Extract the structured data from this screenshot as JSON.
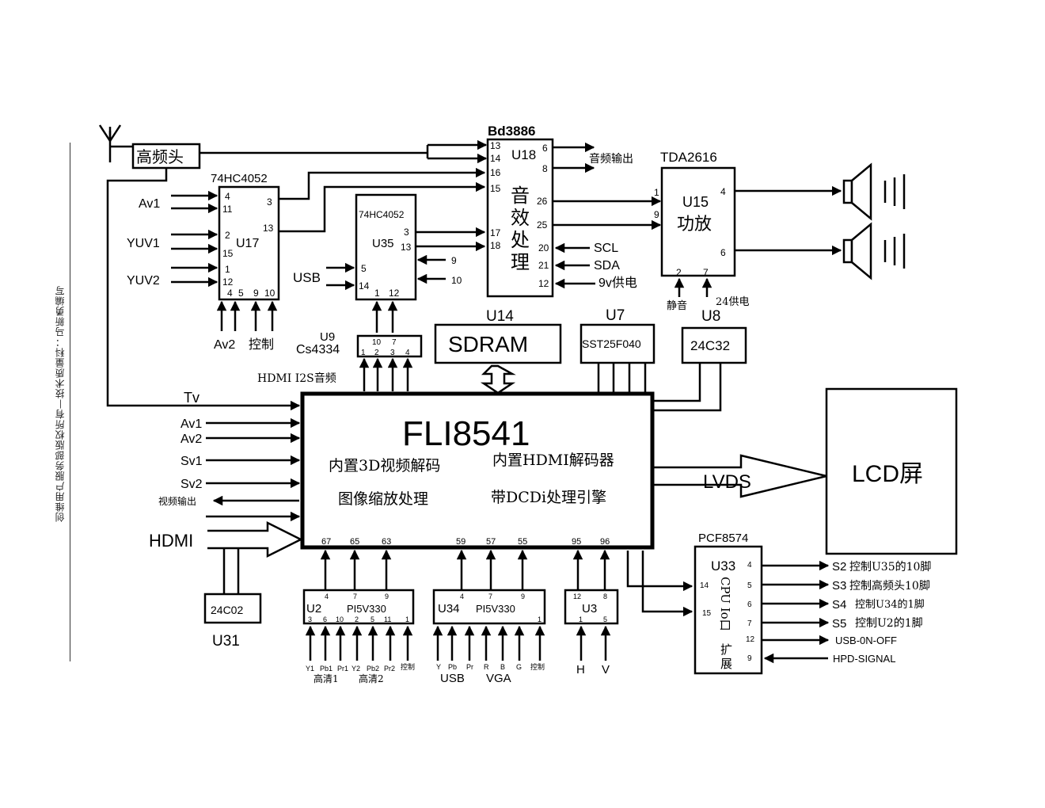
{
  "side_note": "创维用户服务部版权所有—技术质量科：马新勇编写",
  "tuner": "高频头",
  "u18": {
    "part": "Bd3886",
    "ref": "U18",
    "func": "音效处理",
    "pins": {
      "p13": "13",
      "p14": "14",
      "p16": "16",
      "p15": "15",
      "p17": "17",
      "p18": "18",
      "p6": "6",
      "p8": "8",
      "p26": "26",
      "p25": "25",
      "p20": "20",
      "p21": "21",
      "p12": "12"
    },
    "audio_out": "音频输出",
    "scl": "SCL",
    "sda": "SDA",
    "supply": "9v供电"
  },
  "u15": {
    "part": "TDA2616",
    "ref": "U15",
    "func": "功放",
    "pins": {
      "p1": "1",
      "p9": "9",
      "p4": "4",
      "p6": "6",
      "p2": "2",
      "p7": "7"
    },
    "mute": "静音",
    "supply": "24供电"
  },
  "u17": {
    "part": "74HC4052",
    "ref": "U17",
    "pins": {
      "p4": "4",
      "p11": "11",
      "p2": "2",
      "p15": "15",
      "p1": "1",
      "p12": "12",
      "p3": "3",
      "p13": "13",
      "b4": "4",
      "b5": "5",
      "b9": "9",
      "b10": "10"
    },
    "av1": "Av1",
    "yuv1": "YUV1",
    "yuv2": "YUV2",
    "av2": "Av2",
    "ctrl": "控制"
  },
  "u35": {
    "part": "74HC4052",
    "ref": "U35",
    "pins": {
      "p5": "5",
      "p14": "14",
      "p3": "3",
      "p13": "13",
      "p9": "9",
      "p10": "10",
      "p1": "1",
      "p12": "12"
    },
    "usb": "USB"
  },
  "u9": {
    "ref": "U9",
    "part": "Cs4334",
    "pins": [
      "10",
      "7",
      "1",
      "2",
      "3",
      "4"
    ],
    "label": "HDMI I2S音频"
  },
  "u14": {
    "ref": "U14",
    "label": "SDRAM"
  },
  "u7": {
    "ref": "U7",
    "part": "SST25F040"
  },
  "u8": {
    "ref": "U8",
    "part": "24C32"
  },
  "main": {
    "title": "FLI8541",
    "f1": "内置3D视频解码",
    "f2": "内置HDMI解码器",
    "f3": "图像缩放处理",
    "f4": "带DCDi处理引擎",
    "pins": [
      "67",
      "65",
      "63",
      "59",
      "57",
      "55",
      "95",
      "96"
    ]
  },
  "inputs": {
    "tv": "Tv",
    "av1": "Av1",
    "av2": "Av2",
    "sv1": "Sv1",
    "sv2": "Sv2",
    "video_out": "视频输出",
    "hdmi": "HDMI"
  },
  "lvds": "LVDS",
  "lcd": "LCD屏",
  "u31": {
    "ref": "U31",
    "part": "24C02"
  },
  "u2": {
    "ref": "U2",
    "part": "PI5V330",
    "top": [
      "4",
      "7",
      "9"
    ],
    "bottom": [
      "3",
      "6",
      "10",
      "2",
      "5",
      "11",
      "1"
    ],
    "sigs": [
      "Y1",
      "Pb1",
      "Pr1",
      "Y2",
      "Pb2",
      "Pr2",
      "控制"
    ],
    "hd1": "高清1",
    "hd2": "高清2"
  },
  "u34": {
    "ref": "U34",
    "part": "PI5V330",
    "top": [
      "4",
      "7",
      "9"
    ],
    "b1": "1",
    "sigs": [
      "Y",
      "Pb",
      "Pr",
      "R",
      "B",
      "G",
      "控制"
    ],
    "usb": "USB",
    "vga": "VGA"
  },
  "u3": {
    "ref": "U3",
    "top": [
      "12",
      "8"
    ],
    "bottom": [
      "1",
      "5"
    ],
    "h": "H",
    "v": "V"
  },
  "u33": {
    "part": "PCF8574",
    "ref": "U33",
    "func1": "CPU Io口",
    "func2": "扩展",
    "pins": {
      "p14": "14",
      "p15": "15",
      "p4": "4",
      "p5": "5",
      "p6": "6",
      "p7": "7",
      "p12": "12",
      "p9": "9"
    },
    "outs": [
      {
        "tag": "S2",
        "text": "控制U35的10脚"
      },
      {
        "tag": "S3",
        "text": "控制高频头10脚"
      },
      {
        "tag": "S4",
        "text": "控制U34的1脚"
      },
      {
        "tag": "S5",
        "text": "控制U2的1脚"
      },
      {
        "tag": "USB-0N-OFF",
        "text": ""
      },
      {
        "tag": "HPD-SIGNAL",
        "text": ""
      }
    ]
  }
}
